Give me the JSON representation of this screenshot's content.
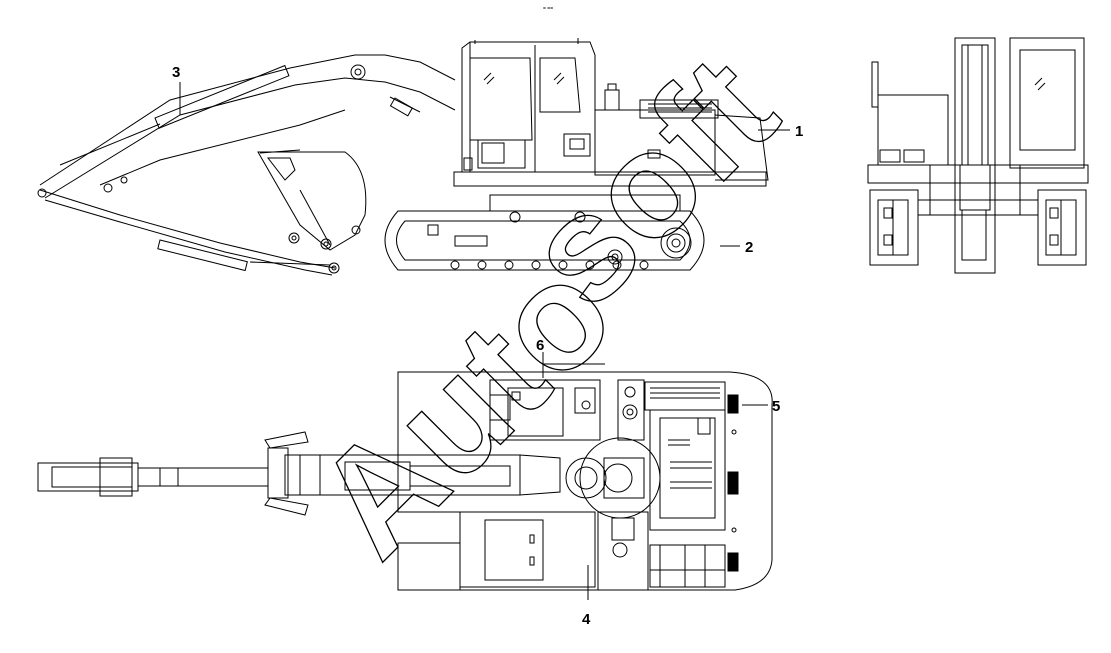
{
  "header_mark": "= ==",
  "callouts": [
    {
      "id": "1",
      "label": "1"
    },
    {
      "id": "2",
      "label": "2"
    },
    {
      "id": "3",
      "label": "3"
    },
    {
      "id": "4",
      "label": "4"
    },
    {
      "id": "5",
      "label": "5"
    },
    {
      "id": "6",
      "label": "6"
    }
  ],
  "watermark": {
    "upper": "soft",
    "lower": "Auto"
  },
  "colors": {
    "line": "#000000",
    "background": "#ffffff"
  }
}
